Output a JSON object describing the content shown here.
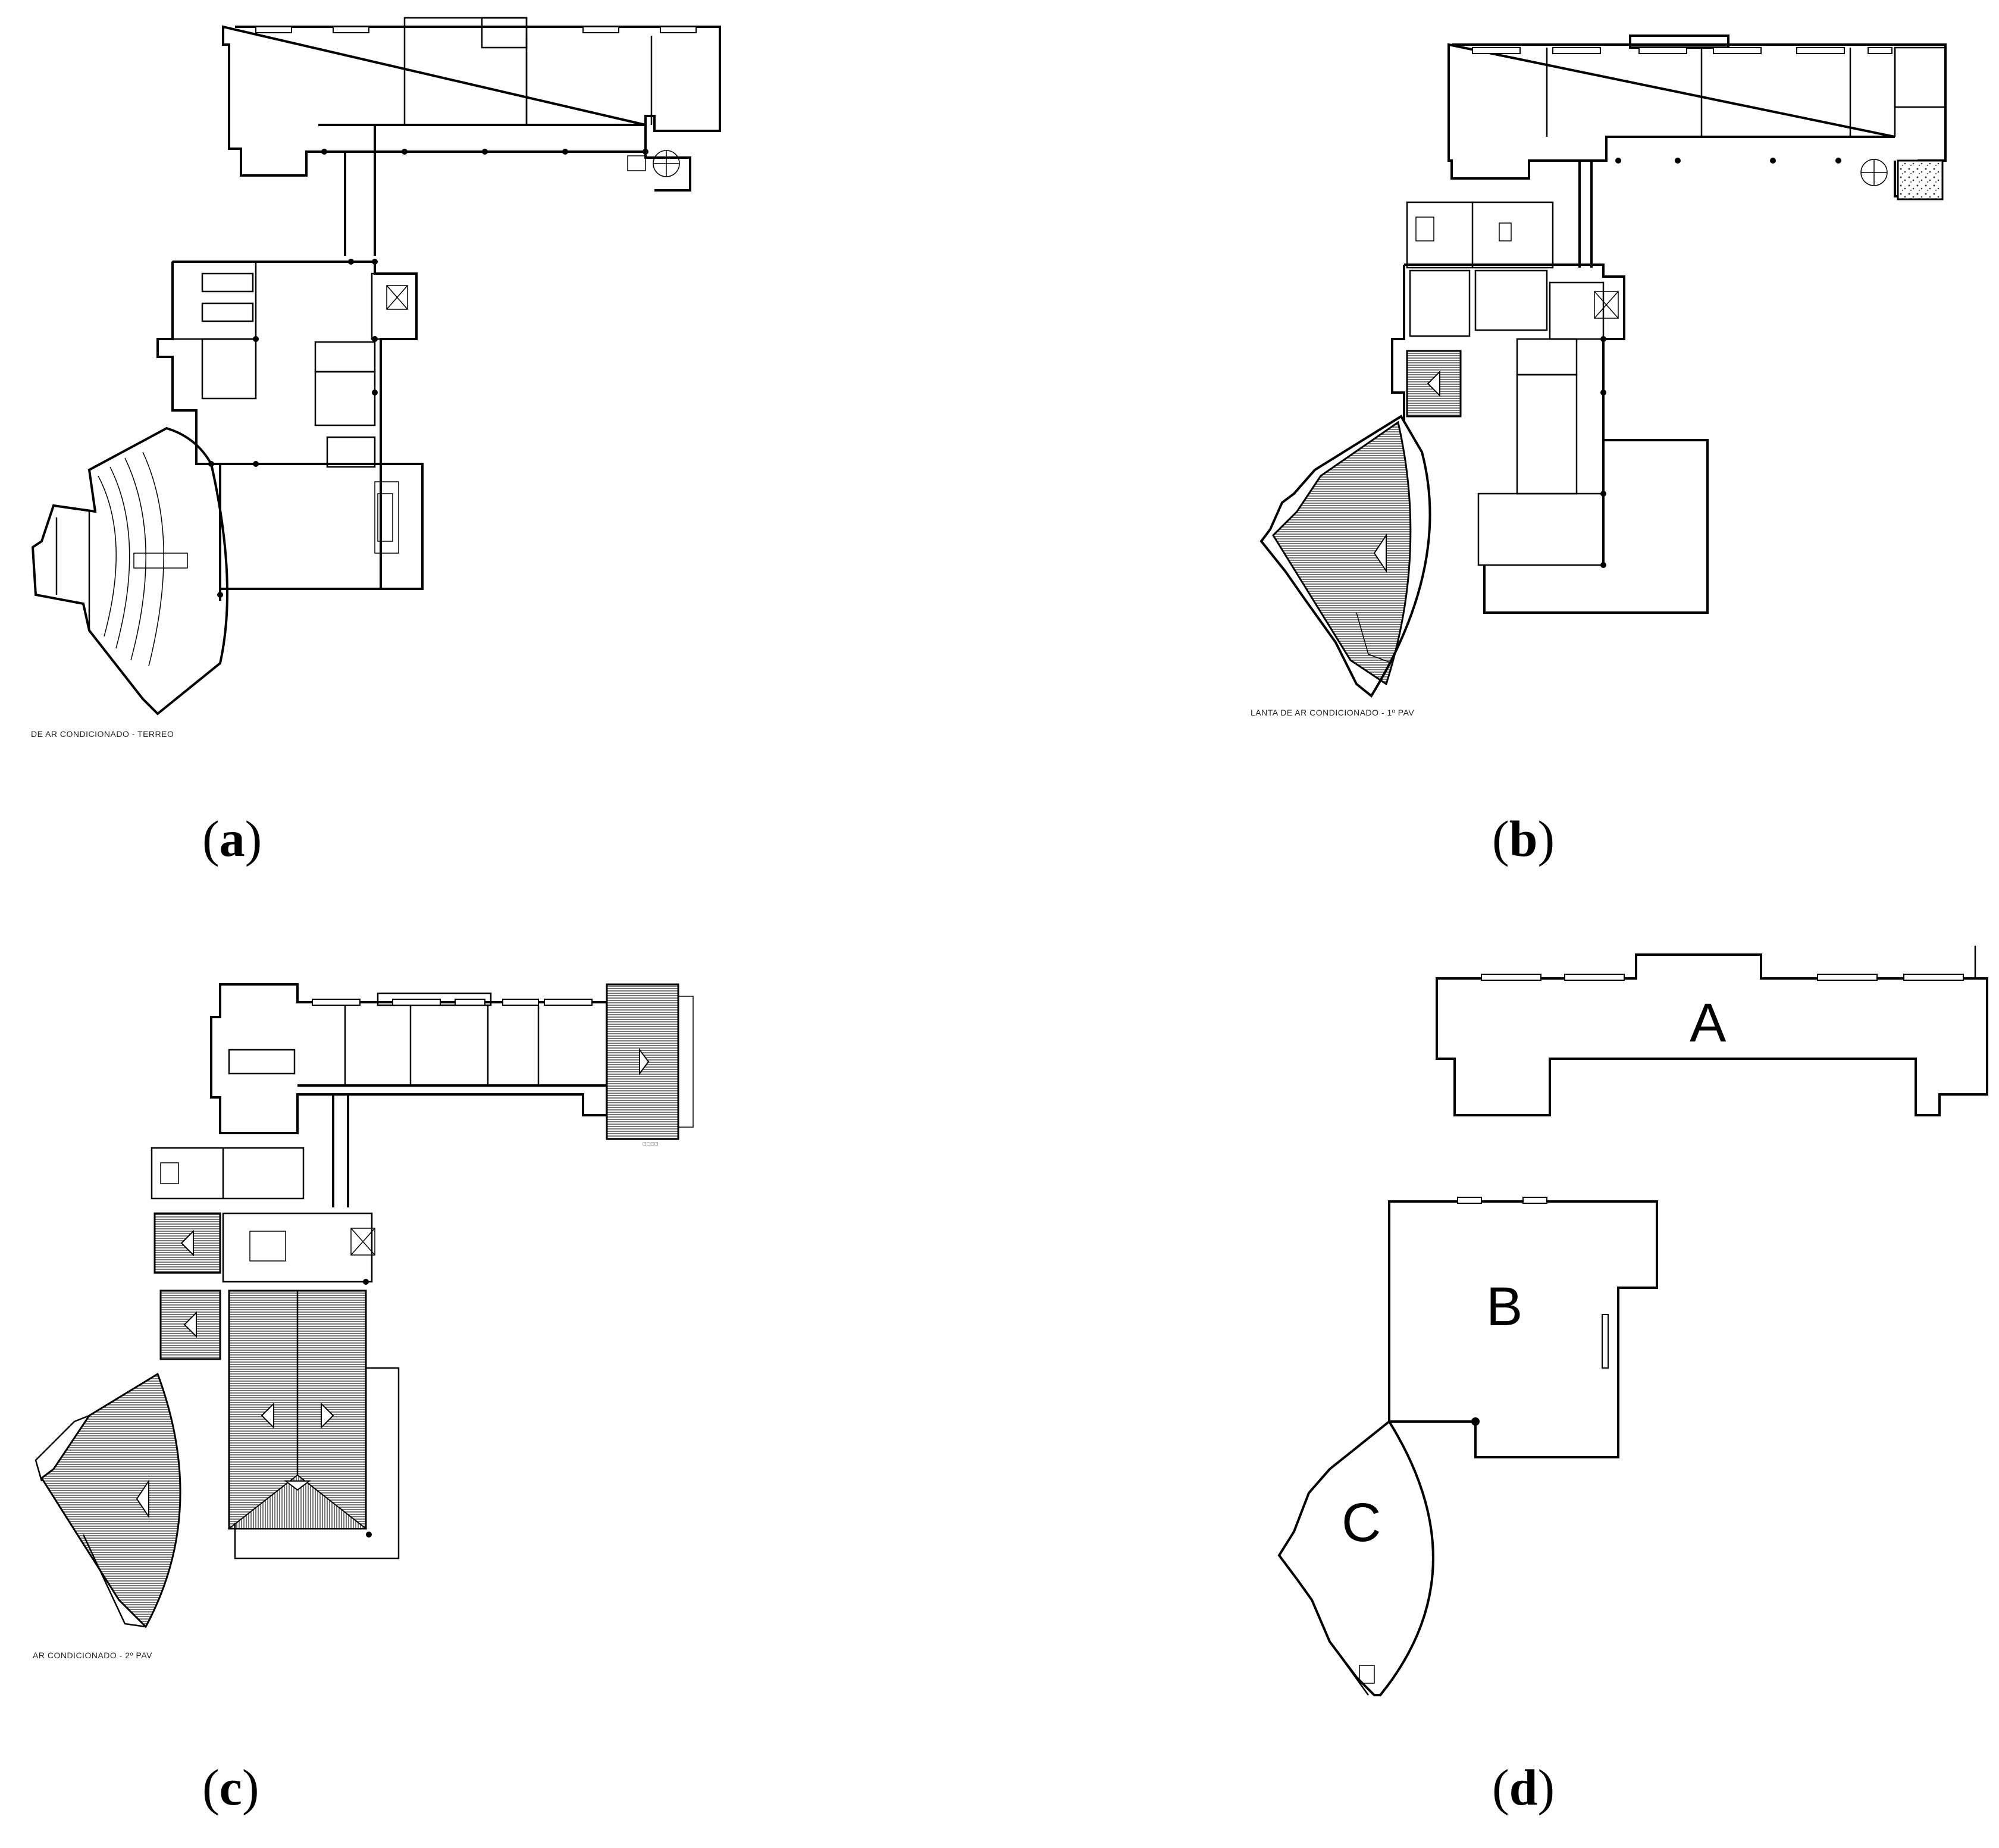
{
  "figure": {
    "panels": [
      {
        "id": "a",
        "caption_letter": "a",
        "plan_note": "DE AR CONDICIONADO - TERREO"
      },
      {
        "id": "b",
        "caption_letter": "b",
        "plan_note": "LANTA DE AR CONDICIONADO - 1º PAV"
      },
      {
        "id": "c",
        "caption_letter": "c",
        "plan_note": "AR CONDICIONADO - 2º PAV"
      },
      {
        "id": "d",
        "caption_letter": "d",
        "blocks": [
          "A",
          "B",
          "C"
        ]
      }
    ]
  }
}
